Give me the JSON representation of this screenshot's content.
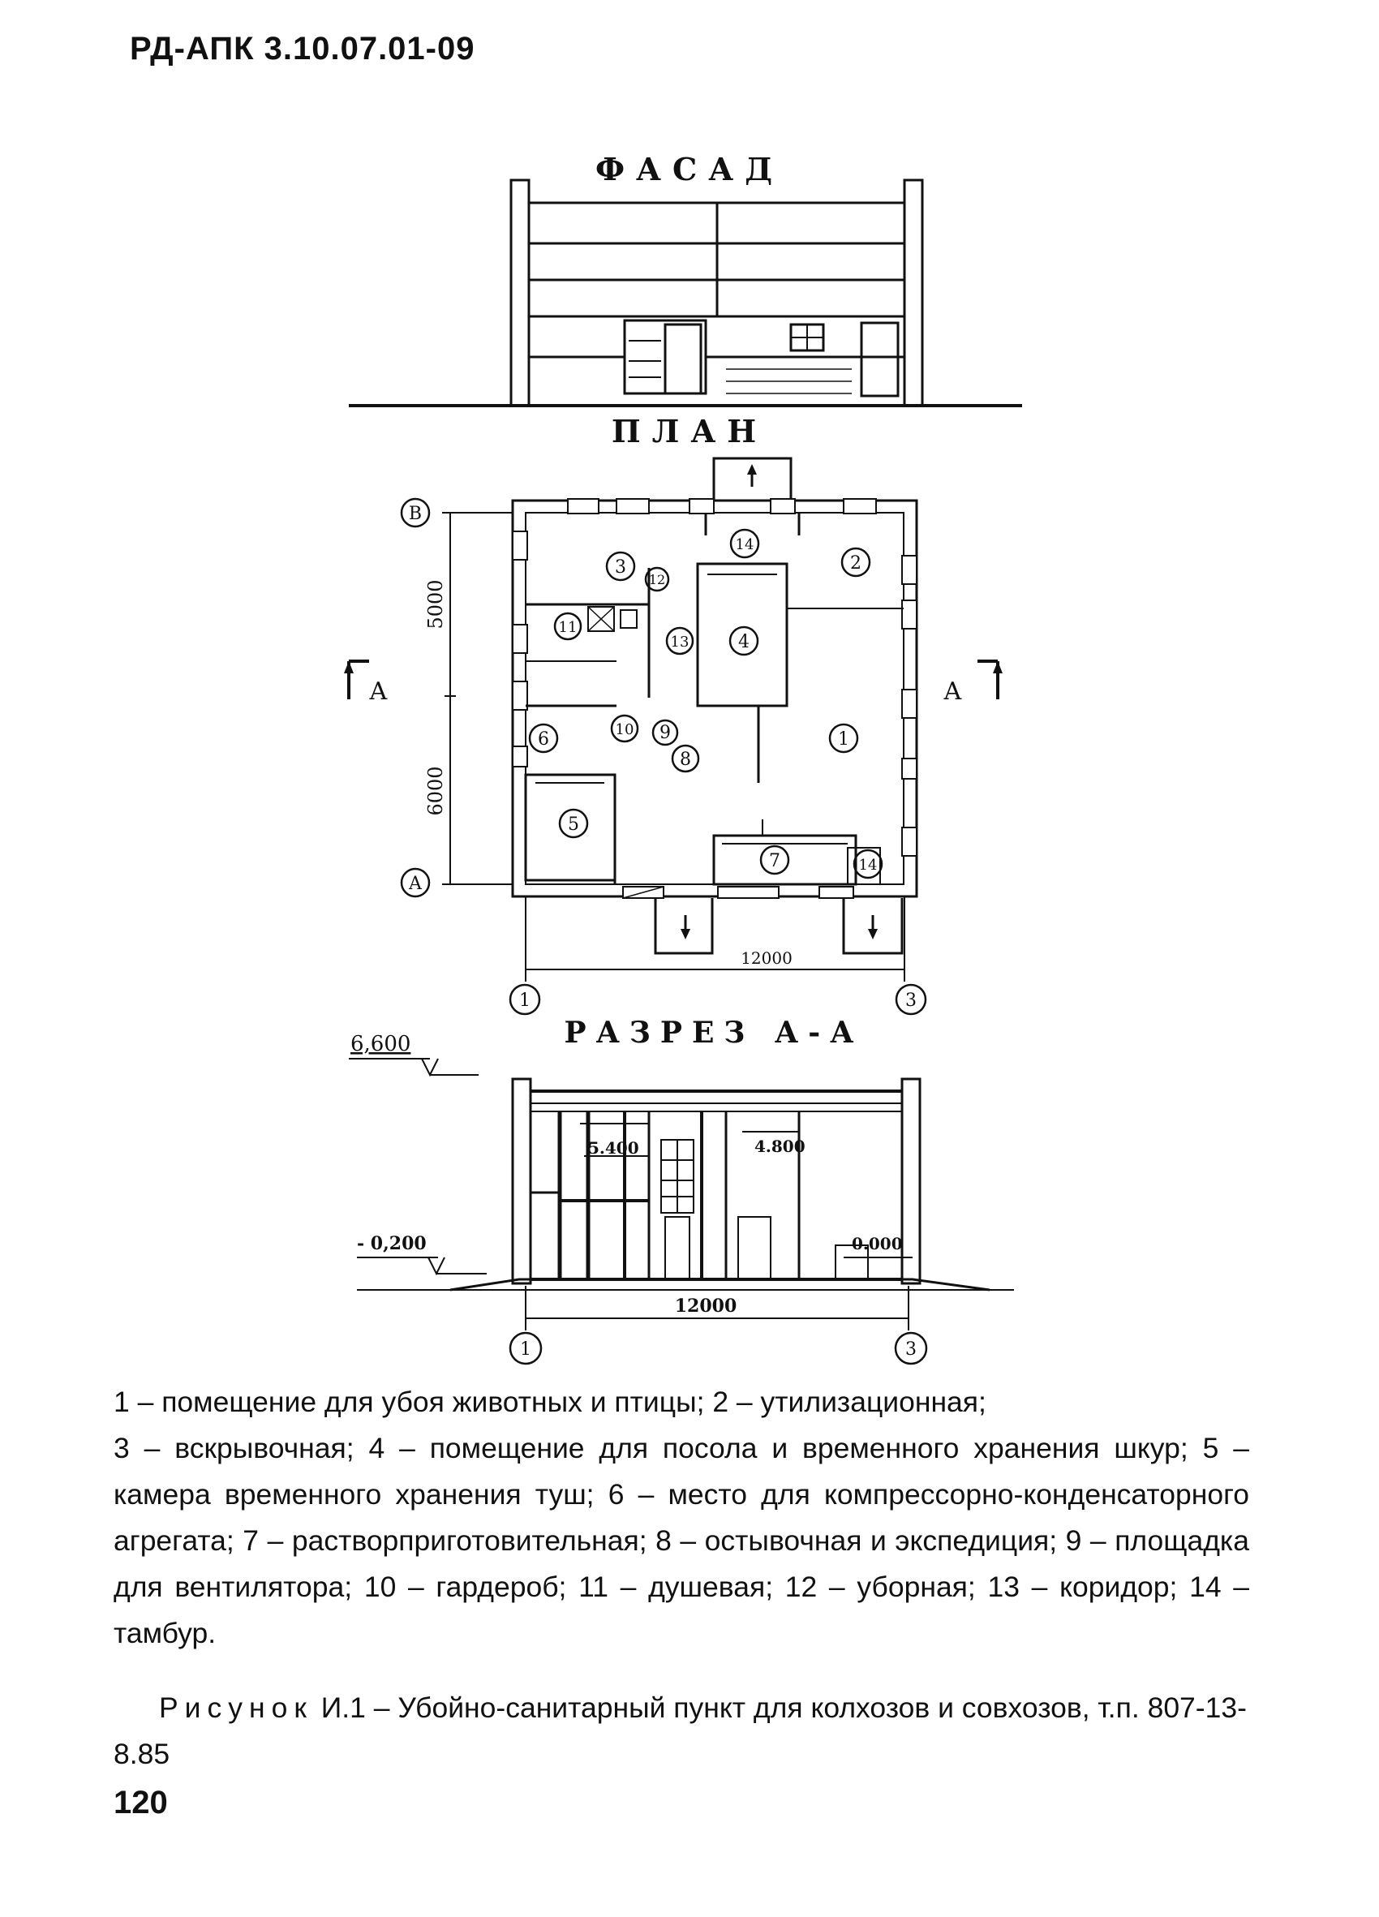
{
  "header": {
    "doc_code": "РД-АПК 3.10.07.01-09"
  },
  "drawing": {
    "facade_title": "ФАСАД",
    "plan_title": "ПЛАН",
    "section_title": "РАЗРЕЗ А-А",
    "axis_B": "В",
    "axis_A": "А",
    "axis_1": "1",
    "axis_3": "3",
    "cut_label_left": "А",
    "cut_label_right": "А",
    "dim_5000": "5000",
    "dim_6000": "6000",
    "dim_12000_plan": "12000",
    "dim_12000_section": "12000",
    "elev_6600": "6,600",
    "elev_5400": "5.400",
    "elev_4800": "4.800",
    "elev_minus_0200": "- 0,200",
    "elev_0000": "0.000",
    "rooms": [
      "1",
      "2",
      "3",
      "4",
      "5",
      "6",
      "7",
      "8",
      "9",
      "10",
      "11",
      "12",
      "13",
      "14",
      "14"
    ]
  },
  "legend": {
    "line1": "1 – помещение для убоя животных и птицы; 2 – утилизационная;",
    "line2": "3 – вскрывочная; 4 – помещение для посола и временного хранения шкур; 5 – камера временного хранения туш; 6 – место для компрессорно-конденсаторного агрегата; 7 – растворприготовительная; 8 – остывочная и экспедиция; 9 – площадка для вентилятора; 10 – гардероб; 11 – душевая; 12 – уборная; 13 – коридор; 14 – тамбур."
  },
  "caption": {
    "label": "Рисунок",
    "text": "И.1 – Убойно-санитарный пункт для колхозов и совхозов, т.п. 807-13-8.85"
  },
  "footer": {
    "page_number": "120"
  }
}
